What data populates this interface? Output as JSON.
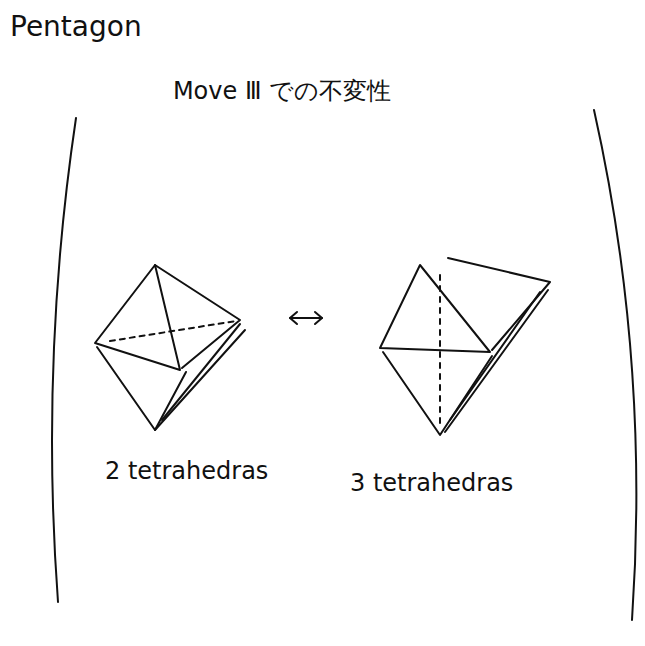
{
  "diagram": {
    "title": "Pentagon",
    "labels": [
      "Move Ⅲ での不変性",
      "2 tetrahedras",
      "3 tetrahedras"
    ]
  }
}
